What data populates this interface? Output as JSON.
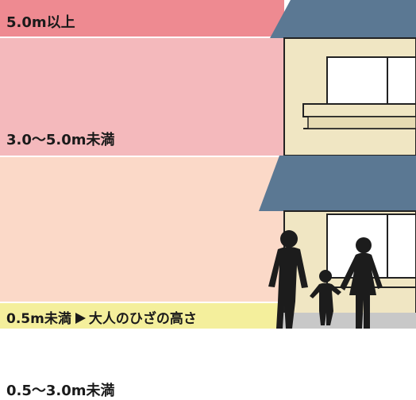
{
  "levels": [
    {
      "label": "5.0m以上",
      "color": "#ee8a91"
    },
    {
      "label": "3.0〜5.0m未満",
      "color": "#f4b9bc"
    },
    {
      "label": "0.5〜3.0m未満",
      "color": "#fbd9c8"
    },
    {
      "label": "0.5m未満",
      "note": "大人のひざの高さ",
      "color": "#f4ef9c"
    }
  ],
  "house": {
    "wall_color": "#f0e6c3",
    "roof_color": "#5b7893",
    "window_color": "#ffffff"
  },
  "people": {
    "count": 3,
    "color": "#1c1c1c"
  }
}
